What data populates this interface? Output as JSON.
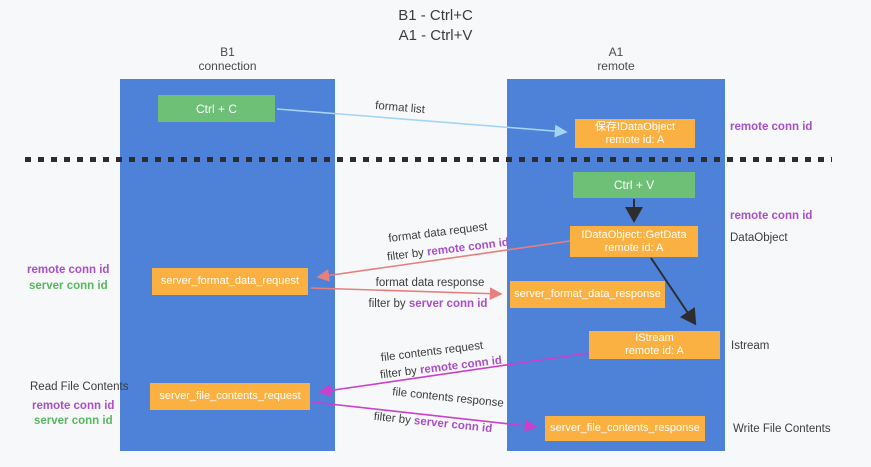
{
  "title": {
    "line1": "B1 - Ctrl+C",
    "line2": "A1 - Ctrl+V"
  },
  "lifelines": {
    "left": {
      "name": "B1",
      "role": "connection"
    },
    "right": {
      "name": "A1",
      "role": "remote"
    }
  },
  "boxes": {
    "ctrl_c": {
      "label": "Ctrl + C"
    },
    "ctrl_v": {
      "label": "Ctrl + V"
    },
    "save_dataobject": {
      "line1": "保存IDataObject",
      "line2": "remote id: A"
    },
    "getdata": {
      "line1": "IDataObject::GetData",
      "line2": "remote id: A"
    },
    "istream": {
      "line1": "IStream",
      "line2": "remote id: A"
    },
    "server_format_data_request": {
      "label": "server_format_data_request"
    },
    "server_format_data_response": {
      "label": "server_format_data_response"
    },
    "server_file_contents_request": {
      "label": "server_file_contents_request"
    },
    "server_file_contents_response": {
      "label": "server_file_contents_response"
    }
  },
  "arrow_labels": {
    "format_list": "format list",
    "format_data_request": "format data request",
    "format_data_response": "format data response",
    "file_contents_request": "file contents request",
    "file_contents_response": "file contents response",
    "filter_by": "filter by",
    "remote_conn_id": "remote conn id",
    "server_conn_id": "server conn id"
  },
  "side_labels": {
    "remote_conn_id": "remote conn id",
    "server_conn_id": "server conn id",
    "dataobject": "DataObject",
    "istream": "Istream",
    "read_file_contents": "Read File Contents",
    "write_file_contents": "Write File Contents"
  },
  "colors": {
    "lifeline_blue": "#4e82d8",
    "box_green": "#6fc077",
    "box_orange": "#fbb042",
    "arrow_blue": "#a5d5f5",
    "arrow_red": "#e87e7e",
    "arrow_magenta": "#cc3fcc",
    "arrow_black": "#2d2d2d",
    "label_purple": "#a84fc8",
    "label_green": "#57b85f",
    "text_dark": "#3c3c3c"
  }
}
